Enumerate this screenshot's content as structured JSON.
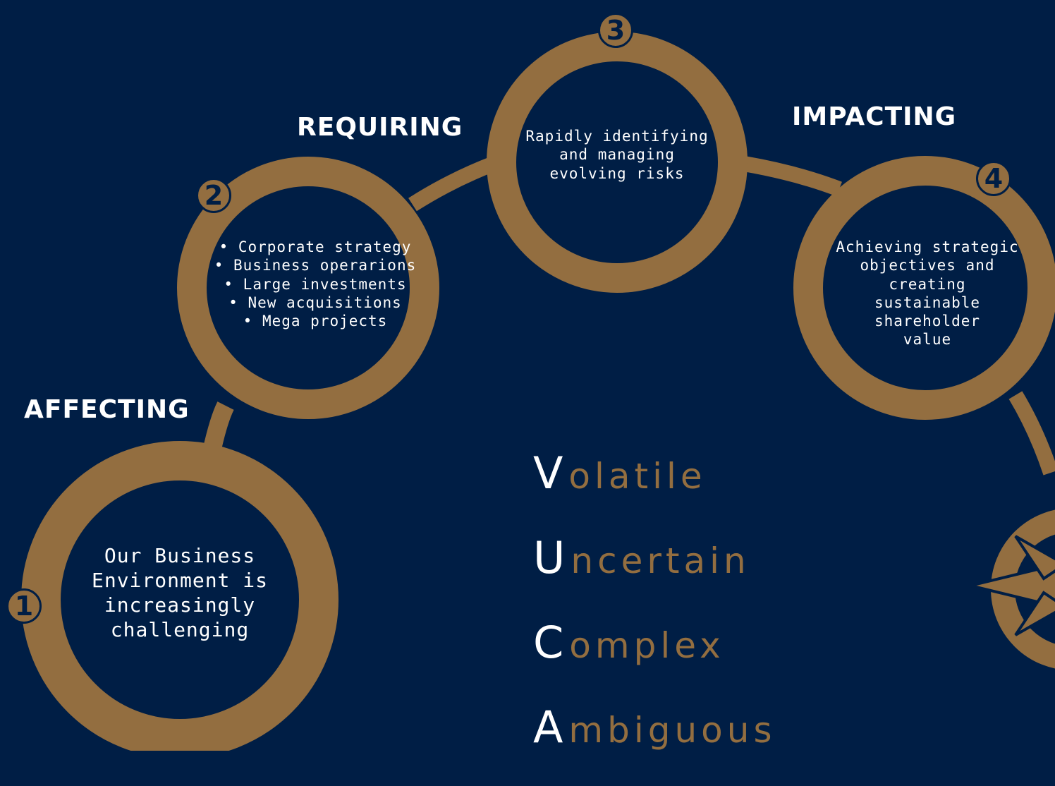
{
  "colors": {
    "background": "#001e45",
    "ring": "#936e40",
    "text": "#ffffff"
  },
  "labels": {
    "affecting": "AFFECTING",
    "requiring": "REQUIRING",
    "impacting": "IMPACTING"
  },
  "steps": [
    {
      "number": "1",
      "lines": [
        "Our Business",
        "Environment is",
        "increasingly",
        "challenging"
      ]
    },
    {
      "number": "2",
      "lines": [
        "• Corporate strategy",
        "• Business operarions",
        "• Large investments",
        "• New acquisitions",
        "• Mega projects"
      ]
    },
    {
      "number": "3",
      "lines": [
        "Rapidly identifying",
        "and managing",
        "evolving risks"
      ]
    },
    {
      "number": "4",
      "lines": [
        "Achieving strategic",
        "objectives and",
        "creating",
        "sustainable",
        "shareholder",
        "value"
      ]
    }
  ],
  "vuca": [
    {
      "initial": "V",
      "rest": "olatile"
    },
    {
      "initial": "U",
      "rest": "ncertain"
    },
    {
      "initial": "C",
      "rest": "omplex"
    },
    {
      "initial": "A",
      "rest": "mbiguous"
    }
  ],
  "icons": {
    "compass": "compass-icon"
  }
}
